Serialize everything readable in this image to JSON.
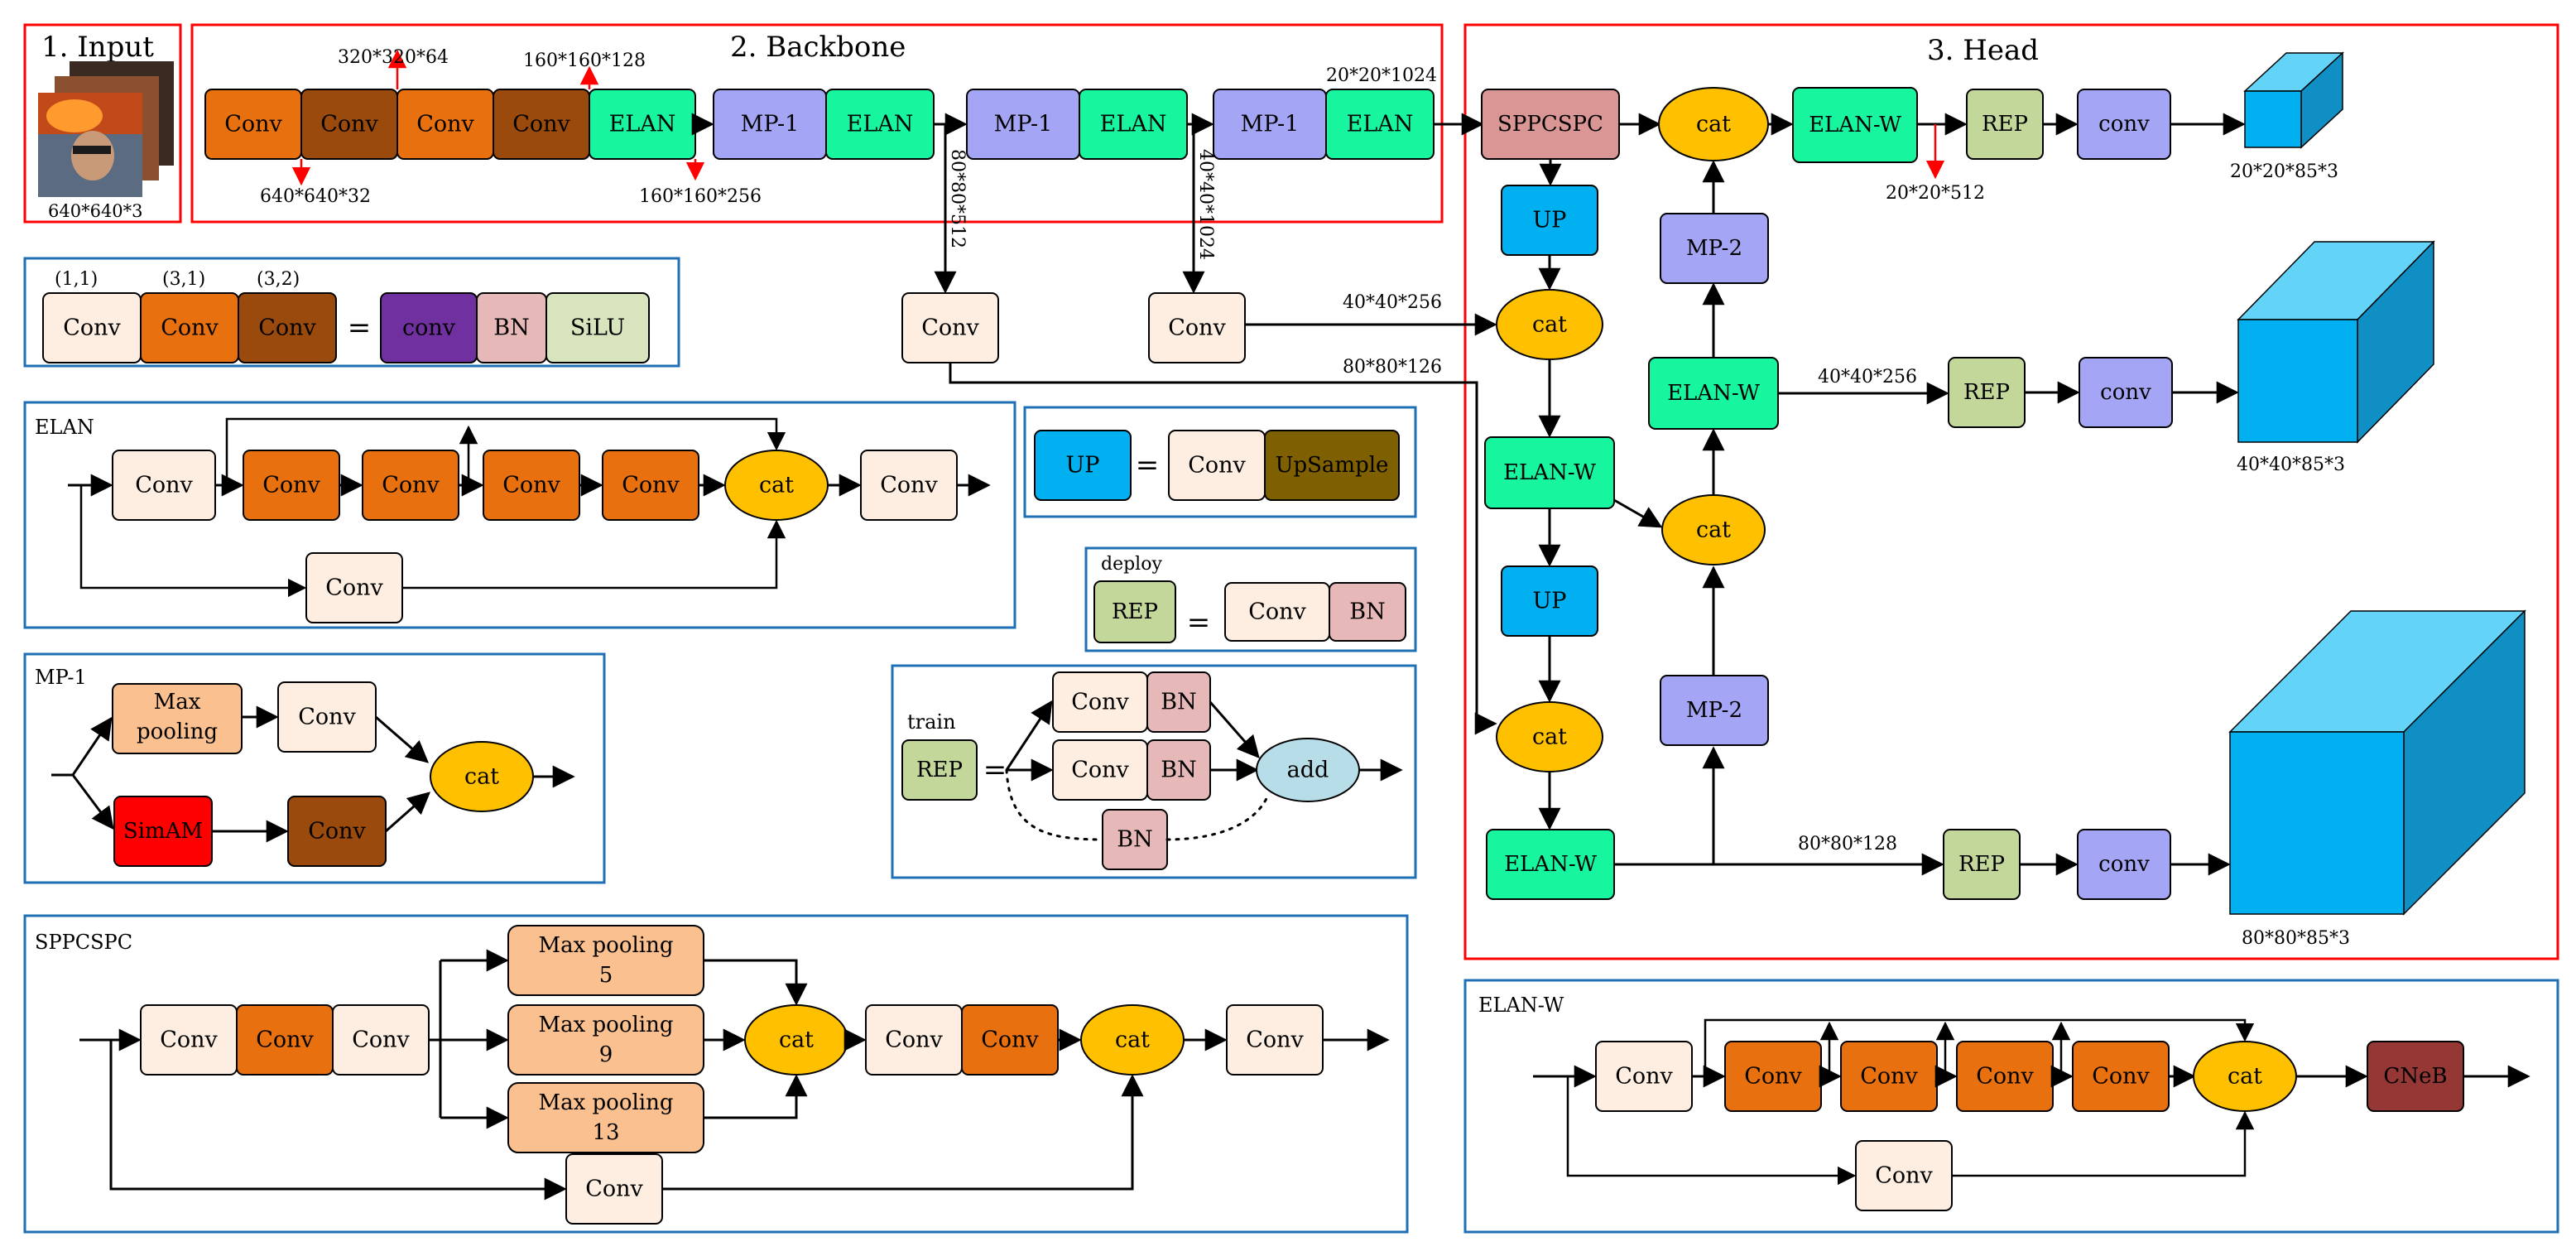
{
  "sections": {
    "input": {
      "title": "1. Input",
      "size": "640*640*3"
    },
    "backbone": {
      "title": "2. Backbone"
    },
    "head": {
      "title": "3. Head"
    }
  },
  "labels": {
    "conv": "Conv",
    "conv_lower": "conv",
    "elan": "ELAN",
    "elan_w": "ELAN-W",
    "mp1": "MP-1",
    "mp2": "MP-2",
    "cat": "cat",
    "up": "UP",
    "rep": "REP",
    "sppcspc": "SPPCSPC",
    "bn": "BN",
    "silu": "SiLU",
    "upsample": "UpSample",
    "simam": "SimAM",
    "add": "add",
    "cneb": "CNeB",
    "max_pooling_line1": "Max",
    "max_pooling_line2": "pooling",
    "max_pooling": "Max pooling",
    "pool_5": "5",
    "pool_9": "9",
    "pool_13": "13",
    "equals": "="
  },
  "legend": {
    "conv_11": "(1,1)",
    "conv_31": "(3,1)",
    "conv_32": "(3,2)",
    "elan_title": "ELAN",
    "mp1_title": "MP-1",
    "sppcspc_title": "SPPCSPC",
    "elanw_title": "ELAN-W",
    "deploy": "deploy",
    "train": "train"
  },
  "dims": {
    "d320": "320*320*64",
    "d640": "640*640*32",
    "d160a": "160*160*128",
    "d160b": "160*160*256",
    "d80": "80*80*512",
    "d40": "40*40*1024",
    "d20": "20*20*1024",
    "d20w": "20*20*512",
    "d40h": "40*40*256",
    "d80h": "80*80*126",
    "d40w": "40*40*256",
    "d80w": "80*80*128",
    "out20": "20*20*85*3",
    "out40": "40*40*85*3",
    "out80": "80*80*85*3"
  },
  "colors": {
    "conv_light": "#fdeee1",
    "conv_orange": "#e8700e",
    "conv_brown": "#9a4a0c",
    "elan_green": "#17f59f",
    "mp_purple": "#a5a5f5",
    "cat_yellow": "#ffc000",
    "up_blue": "#00b0f0",
    "rep_green": "#c4d79b",
    "sppcspc_pink": "#d99694",
    "bn_pink": "#e6b9b8",
    "silu_green": "#d7e4bd",
    "conv_purple": "#7030a0",
    "upsample_olive": "#7f6000",
    "simam_red": "#ff0000",
    "add_blue": "#b7dde8",
    "cneb_red": "#953735",
    "cube_blue": "#00b0f0",
    "frame_red": "#ff0000",
    "frame_blue": "#1f6fb5"
  }
}
